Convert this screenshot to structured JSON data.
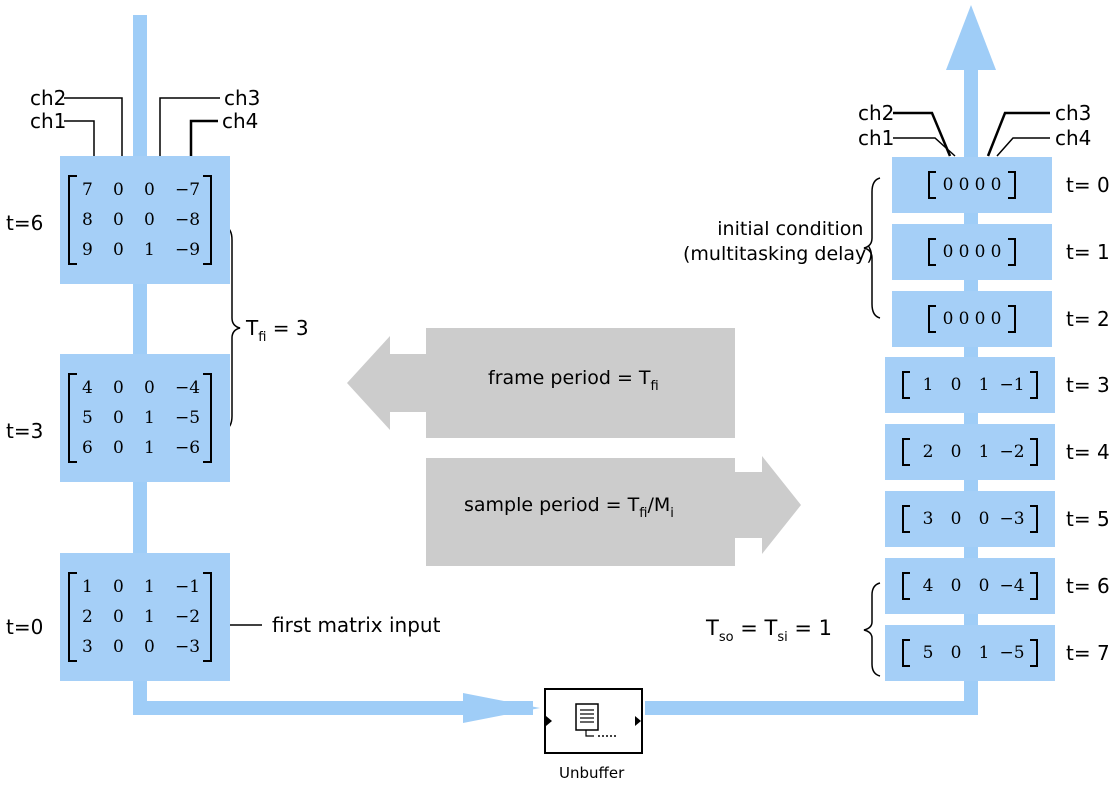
{
  "channels": {
    "ch1": "ch1",
    "ch2": "ch2",
    "ch3": "ch3",
    "ch4": "ch4"
  },
  "input_frames": [
    {
      "time": "t=6",
      "rows": [
        [
          "7",
          "0",
          "0",
          "−7"
        ],
        [
          "8",
          "0",
          "0",
          "−8"
        ],
        [
          "9",
          "0",
          "1",
          "−9"
        ]
      ]
    },
    {
      "time": "t=3",
      "rows": [
        [
          "4",
          "0",
          "0",
          "−4"
        ],
        [
          "5",
          "0",
          "1",
          "−5"
        ],
        [
          "6",
          "0",
          "1",
          "−6"
        ]
      ]
    },
    {
      "time": "t=0",
      "rows": [
        [
          "1",
          "0",
          "1",
          "−1"
        ],
        [
          "2",
          "0",
          "1",
          "−2"
        ],
        [
          "3",
          "0",
          "0",
          "−3"
        ]
      ]
    }
  ],
  "tfi": {
    "main": "T",
    "sub": "fi",
    "rest": " = 3"
  },
  "first_input_label": "first matrix input",
  "frame_period": {
    "text": "frame period = T",
    "sub": "fi"
  },
  "sample_period": {
    "text": "sample period = T",
    "sub": "fi",
    "mid": "/M",
    "sub2": "i"
  },
  "output_samples": [
    {
      "time": "t= 0",
      "values": [
        "0",
        "0",
        "0",
        "0"
      ]
    },
    {
      "time": "t= 1",
      "values": [
        "0",
        "0",
        "0",
        "0"
      ]
    },
    {
      "time": "t= 2",
      "values": [
        "0",
        "0",
        "0",
        "0"
      ]
    },
    {
      "time": "t= 3",
      "values": [
        "1",
        "0",
        "1",
        "−1"
      ]
    },
    {
      "time": "t= 4",
      "values": [
        "2",
        "0",
        "1",
        "−2"
      ]
    },
    {
      "time": "t= 5",
      "values": [
        "3",
        "0",
        "0",
        "−3"
      ]
    },
    {
      "time": "t= 6",
      "values": [
        "4",
        "0",
        "0",
        "−4"
      ]
    },
    {
      "time": "t= 7",
      "values": [
        "5",
        "0",
        "1",
        "−5"
      ]
    }
  ],
  "initial_condition": {
    "line1": "initial condition",
    "line2": "(multitasking delay)"
  },
  "tso": {
    "t1": "T",
    "s1": "so",
    "eq1": " = T",
    "s2": "si",
    "eq2": " = 1"
  },
  "block_label": "Unbuffer"
}
